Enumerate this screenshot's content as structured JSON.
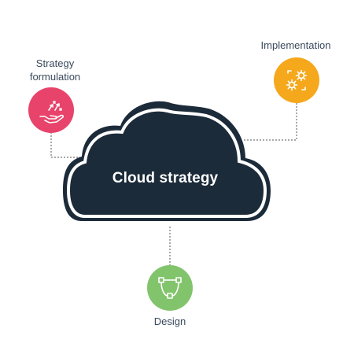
{
  "center": {
    "title": "Cloud strategy",
    "fill": "#1c2b3a",
    "outline": "#1c2b3a"
  },
  "nodes": {
    "strategy": {
      "label_line1": "Strategy",
      "label_line2": "formulation",
      "color": "#e8436b",
      "icon": "hand-with-arrows-icon"
    },
    "implementation": {
      "label": "Implementation",
      "color": "#f5a81c",
      "icon": "gears-icon"
    },
    "design": {
      "label": "Design",
      "color": "#82c46c",
      "icon": "vector-path-icon"
    }
  },
  "connector_color": "#555555"
}
